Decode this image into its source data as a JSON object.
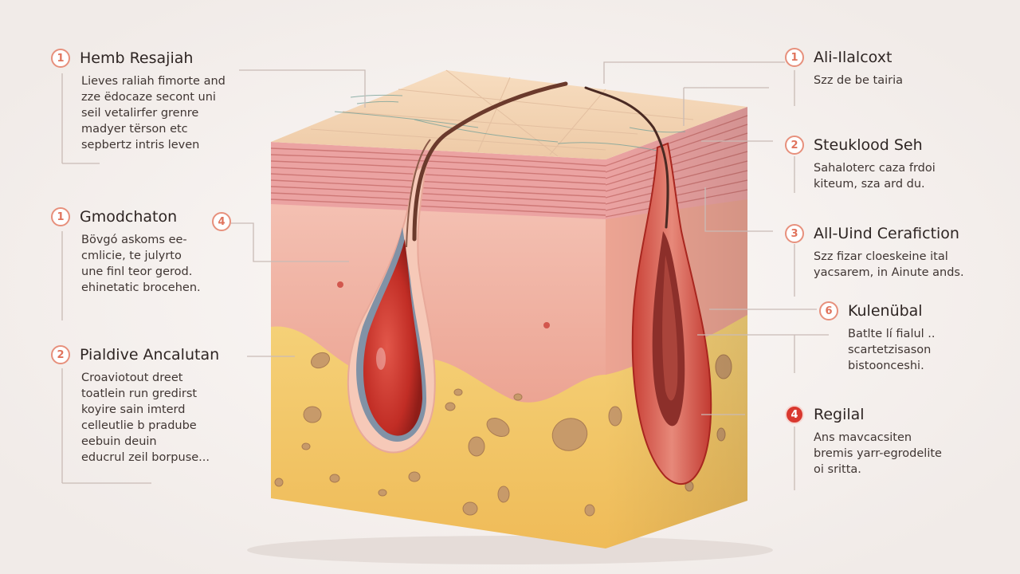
{
  "colors": {
    "background": "#f8f4f1",
    "epidermis": "#f2d0ae",
    "dermis_bands": "#e8a0a0",
    "dermis": "#f1b9ac",
    "hypodermis": "#f3c766",
    "follicle_bulb": "#c7332a",
    "leader_line": "#c9bbb6",
    "badge_accent": "#e0735c",
    "badge_solid": "#d9382f"
  },
  "callouts_left": [
    {
      "number": "1",
      "title": "Hemb Resajiah",
      "body": "Lieves raliah fimorte and\nzze ëdocaze secont uni\nseil vetalirfer grenre\nmadyer tërson etc\nsepbertz intris leven"
    },
    {
      "number": "1",
      "title": "Gmodchaton",
      "body": "Bövgó askoms ee-\ncmlicie, te julyrto\nune finl teor gerod.\nehinetatic brocehen."
    },
    {
      "number": "2",
      "title": "Pialdive Ancalutan",
      "body": "Croaviotout dreet\ntoatlein run gredirst\nkoyire sain imterd\ncelleutlie b pradube\neebuin deuin\neducrul zeil borpuse..."
    }
  ],
  "callouts_right": [
    {
      "number": "1",
      "title": "Ali-Ilalcoxt",
      "body": "Szz de be tairia"
    },
    {
      "number": "2",
      "title": "Steuklood Seh",
      "body": "Sahaloterc caza frdoi\nkiteum, sza ard du."
    },
    {
      "number": "3",
      "title": "All-Uind Cerafiction",
      "body": "Szz fizar cloeskeine ital\nyacsarem, in Ainute ands."
    },
    {
      "number": "6",
      "title": "Kulenübal",
      "body": "Batlte lí fialul ..\nscartetzisason\nbistoonceshi."
    },
    {
      "number": "4",
      "title": "Regilal",
      "body": "Ans mavcacsiten\nbremis yarr-egrodelite\noi sritta."
    }
  ],
  "floating_badge": {
    "number": "4"
  }
}
